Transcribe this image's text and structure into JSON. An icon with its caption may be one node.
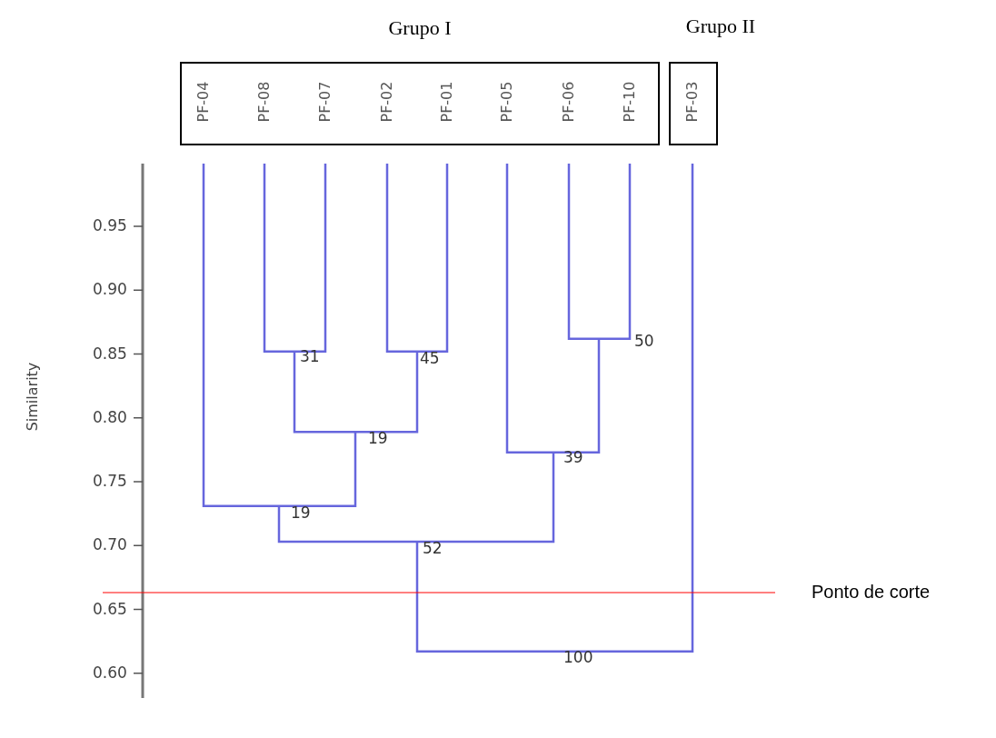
{
  "diagram": {
    "nodes": [
      {
        "text": [
          "Grupo I"
        ]
      },
      {
        "text": [
          "PF-04"
        ],
        "in": 0
      },
      {
        "text": [
          "PF-08"
        ],
        "in": 0
      },
      {
        "text": [
          "PF-07"
        ],
        "in": 0
      },
      {
        "text": [
          "PF-02"
        ],
        "in": 0
      },
      {
        "text": [
          "PF-01"
        ],
        "in": 0
      },
      {
        "text": [
          "PF-05"
        ],
        "in": 0
      },
      {
        "text": [
          "PF-06"
        ],
        "in": 0
      },
      {
        "text": [
          "PF-10"
        ],
        "in": 0
      },
      {
        "text": [
          "Grupo II"
        ]
      },
      {
        "text": [
          "PF-03"
        ],
        "in": 9
      }
    ],
    "labels": [
      "0.95",
      "0.90",
      "0.85",
      "0.80",
      "0.75",
      "0.70",
      "0.65",
      "0.60",
      "Similarity",
      "50",
      "31",
      "45",
      "19",
      "39",
      "19",
      "52",
      "100",
      "Ponto de corte"
    ]
  }
}
